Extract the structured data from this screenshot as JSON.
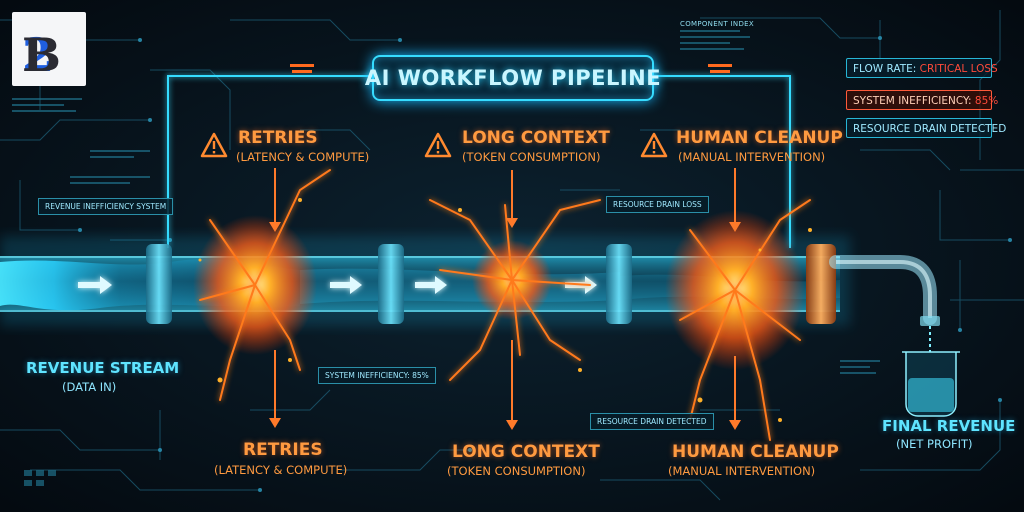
{
  "logo": {
    "part1": "2",
    "part2": "B"
  },
  "title": "AI WORKFLOW PIPELINE",
  "status": {
    "flow_rate_label": "FLOW RATE: ",
    "flow_rate_value": "CRITICAL LOSS",
    "inefficiency_label": "SYSTEM INEFFICIENCY: ",
    "inefficiency_value": "85%",
    "resource_drain": "RESOURCE DRAIN DETECTED"
  },
  "top_warnings": [
    {
      "title": "RETRIES",
      "subtitle": "(LATENCY & COMPUTE)"
    },
    {
      "title": "LONG CONTEXT",
      "subtitle": "(TOKEN CONSUMPTION)"
    },
    {
      "title": "HUMAN CLEANUP",
      "subtitle": "(MANUAL INTERVENTION)"
    }
  ],
  "bottom_labels": [
    {
      "title": "RETRIES",
      "subtitle": "(LATENCY & COMPUTE)"
    },
    {
      "title": "LONG CONTEXT",
      "subtitle": "(TOKEN CONSUMPTION)"
    },
    {
      "title": "HUMAN CLEANUP",
      "subtitle": "(MANUAL INTERVENTION)"
    }
  ],
  "input": {
    "title": "REVENUE STREAM",
    "subtitle": "(DATA IN)"
  },
  "output": {
    "title": "FINAL REVENUE",
    "subtitle": "(NET PROFIT)"
  },
  "panels": {
    "revenue_system": "REVENUE INEFFICIENCY SYSTEM",
    "resource_drain_loss": "RESOURCE DRAIN LOSS",
    "system_inefficiency": "SYSTEM INEFFICIENCY: 85%",
    "resource_drain_detected": "RESOURCE DRAIN DETECTED",
    "component_header": "COMPONENT INDEX"
  },
  "colors": {
    "pipe_cyan": "#36dcff",
    "fire_orange": "#ff7a1a",
    "alert_red": "#ff4a3a",
    "background": "#06121b"
  },
  "icons": [
    "warning-triangle-icon",
    "flow-arrow-icon",
    "faucet-icon",
    "beaker-icon"
  ]
}
